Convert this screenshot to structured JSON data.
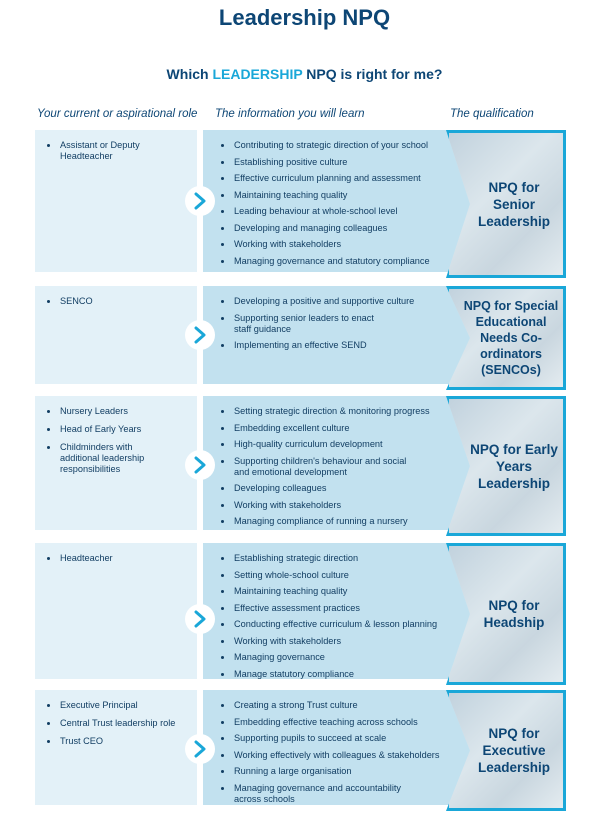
{
  "title": "Leadership NPQ",
  "subtitle": {
    "pre": "Which ",
    "accent": "LEADERSHIP",
    "post": " NPQ is right for me?"
  },
  "columns": {
    "role": "Your current or aspirational role",
    "learn": "The information you will learn",
    "qual": "The qualification"
  },
  "rows": [
    {
      "roles": [
        "Assistant or Deputy Headteacher"
      ],
      "learn": [
        "Contributing to strategic direction of your school",
        "Establishing positive culture",
        "Effective curriculum planning and assessment",
        "Maintaining teaching quality",
        "Leading behaviour at whole-school level",
        "Developing and managing colleagues",
        "Working with stakeholders",
        "Managing governance and statutory compliance"
      ],
      "qualification": "NPQ for Senior Leadership"
    },
    {
      "roles": [
        "SENCO"
      ],
      "learn": [
        "Developing a positive and supportive culture",
        "Supporting senior leaders to enact staff guidance",
        "Implementing an effective SEND"
      ],
      "qualification": "NPQ for Special Educational Needs Co-ordinators (SENCOs)"
    },
    {
      "roles": [
        "Nursery Leaders",
        "Head of Early Years",
        "Childminders with additional leadership responsibilities"
      ],
      "learn": [
        "Setting strategic direction & monitoring progress",
        "Embedding excellent culture",
        "High-quality curriculum development",
        "Supporting children's behaviour and social and emotional development",
        "Developing colleagues",
        "Working with stakeholders",
        "Managing compliance of running a nursery"
      ],
      "qualification": "NPQ for Early Years Leadership"
    },
    {
      "roles": [
        "Headteacher"
      ],
      "learn": [
        "Establishing strategic direction",
        "Setting whole-school culture",
        "Maintaining teaching quality",
        "Effective assessment practices",
        "Conducting effective curriculum & lesson planning",
        "Working with stakeholders",
        "Managing governance",
        "Manage statutory compliance"
      ],
      "qualification": "NPQ for Headship"
    },
    {
      "roles": [
        "Executive Principal",
        "Central Trust leadership role",
        "Trust CEO"
      ],
      "learn": [
        "Creating a strong Trust culture",
        "Embedding effective teaching across schools",
        "Supporting pupils to succeed at scale",
        "Working effectively with colleagues & stakeholders",
        "Running a large organisation",
        "Managing governance and accountability across schools"
      ],
      "qualification": "NPQ for Executive Leadership"
    }
  ],
  "colors": {
    "accent": "#1aa7d8",
    "navy": "#0d4675",
    "light": "#e3f1f8",
    "mid": "#c2e1ef"
  }
}
